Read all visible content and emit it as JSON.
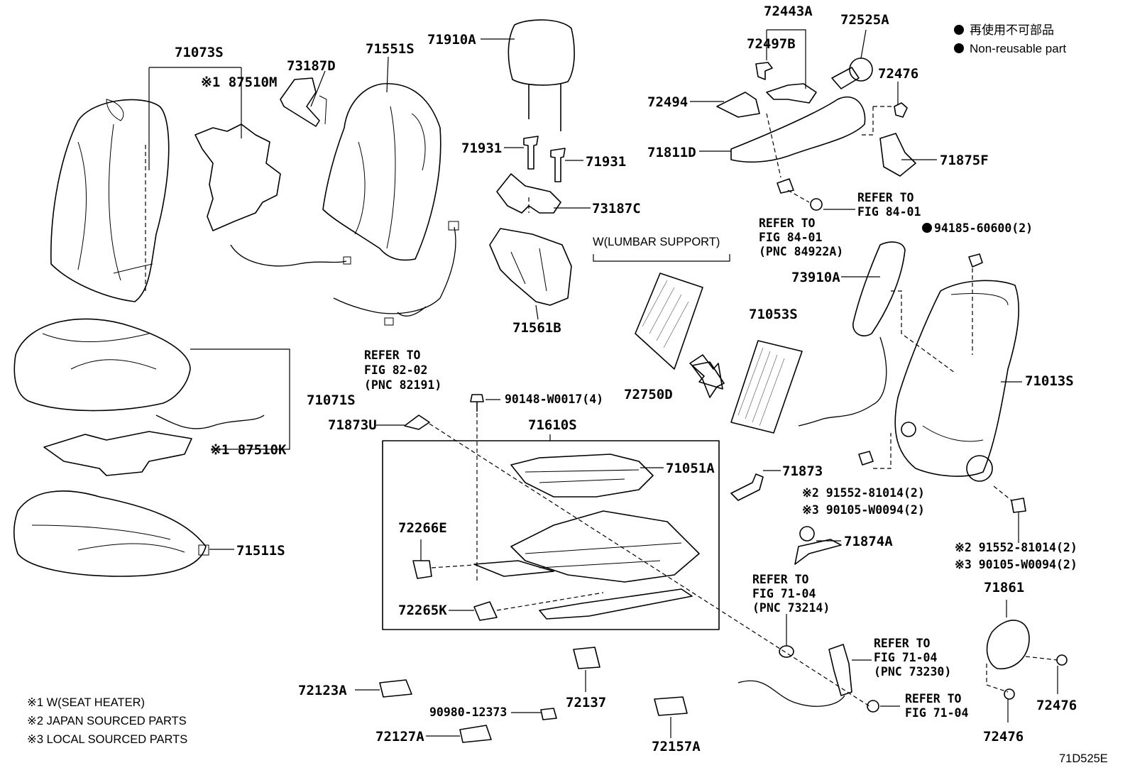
{
  "legend": {
    "japanese": "再使用不可部品",
    "english": "Non-reusable part"
  },
  "parts": {
    "p71073S": "71073S",
    "p87510M": "※1 87510M",
    "p73187D": "73187D",
    "p71551S": "71551S",
    "p71910A": "71910A",
    "p72443A": "72443A",
    "p72497B": "72497B",
    "p72525A": "72525A",
    "p72476a": "72476",
    "p72494": "72494",
    "p71811D": "71811D",
    "p71875F": "71875F",
    "p71931a": "71931",
    "p71931b": "71931",
    "p73187C": "73187C",
    "p71561B": "71561B",
    "p94185": "94185-60600(2)",
    "p73910A": "73910A",
    "p71053S": "71053S",
    "p72750D": "72750D",
    "p71013S": "71013S",
    "p71071S": "71071S",
    "p87510K": "※1 87510K",
    "p90148": "90148-W0017(4)",
    "p71873U": "71873U",
    "p71610S": "71610S",
    "p71051A": "71051A",
    "p71873": "71873",
    "p91552a": "※2 91552-81014(2)",
    "p90105a": "※3 90105-W0094(2)",
    "p72266E": "72266E",
    "p71874A": "71874A",
    "p71511S": "71511S",
    "p91552b": "※2 91552-81014(2)",
    "p90105b": "※3 90105-W0094(2)",
    "p71861": "71861",
    "p72265K": "72265K",
    "p72123A": "72123A",
    "p72137": "72137",
    "p90980": "90980-12373",
    "p72127A": "72127A",
    "p72157A": "72157A",
    "p72476b": "72476",
    "p72476c": "72476"
  },
  "lumbar_group": "W(LUMBAR SUPPORT)",
  "refs": {
    "fig8202": [
      "REFER TO",
      "FIG 82-02",
      "(PNC 82191)"
    ],
    "fig8401a": [
      "REFER TO",
      "FIG 84-01"
    ],
    "fig8401b": [
      "REFER TO",
      "FIG 84-01",
      "(PNC 84922A)"
    ],
    "fig7104a": [
      "REFER TO",
      "FIG 71-04",
      "(PNC 73214)"
    ],
    "fig7104b": [
      "REFER TO",
      "FIG 71-04",
      "(PNC 73230)"
    ],
    "fig7104c": [
      "REFER TO",
      "FIG 71-04"
    ]
  },
  "notes": [
    "※1 W(SEAT HEATER)",
    "※2 JAPAN SOURCED PARTS",
    "※3 LOCAL SOURCED PARTS"
  ],
  "diagram_code": "71D525E"
}
